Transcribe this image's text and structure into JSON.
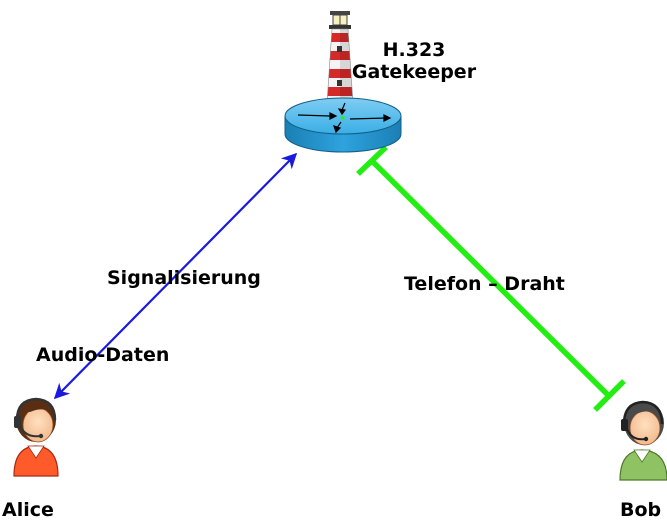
{
  "gatekeeper": {
    "line1": "H.323",
    "line2": "Gatekeeper"
  },
  "links": {
    "signaling_label": "Signalisierung",
    "audio_label": "Audio-Daten",
    "phone_label": "Telefon – Draht"
  },
  "users": {
    "alice": {
      "name": "Alice",
      "shirt_color": "#ff5a2a"
    },
    "bob": {
      "name": "Bob",
      "shirt_color": "#8fc262"
    }
  },
  "colors": {
    "signaling_line": "#1a1adf",
    "phone_wire": "#22ee11",
    "router_body": "#2ea3dd",
    "lighthouse_stripe": "#d42a2a"
  },
  "icons": [
    "lighthouse-icon",
    "router-icon",
    "person-headset-icon"
  ]
}
